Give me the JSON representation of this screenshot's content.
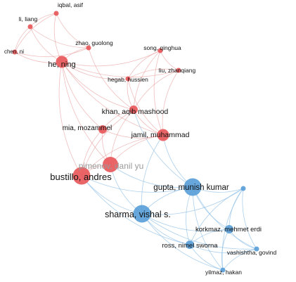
{
  "network": {
    "clusters": {
      "red": {
        "color": "#e8585a",
        "edge_color": "#e48a8a"
      },
      "blue": {
        "color": "#5a9fd8",
        "edge_color": "#8cbde6"
      }
    },
    "nodes": [
      {
        "id": "iqbal",
        "label": "iqbal, asif",
        "cluster": "red",
        "weight": 1
      },
      {
        "id": "li",
        "label": "li, liang",
        "cluster": "red",
        "weight": 1
      },
      {
        "id": "chen",
        "label": "chen, ni",
        "cluster": "red",
        "weight": 1
      },
      {
        "id": "zhao",
        "label": "zhao, guolong",
        "cluster": "red",
        "weight": 1
      },
      {
        "id": "he",
        "label": "he, ning",
        "cluster": "red",
        "weight": 3
      },
      {
        "id": "song",
        "label": "song, qinghua",
        "cluster": "red",
        "weight": 1
      },
      {
        "id": "liu",
        "label": "liu, zhanqiang",
        "cluster": "red",
        "weight": 1
      },
      {
        "id": "hegab",
        "label": "hegab, hussien",
        "cluster": "red",
        "weight": 1
      },
      {
        "id": "khan",
        "label": "khan, aqib mashood",
        "cluster": "red",
        "weight": 2
      },
      {
        "id": "mia",
        "label": "mia, mozammel",
        "cluster": "red",
        "weight": 2
      },
      {
        "id": "jamil",
        "label": "jamil, muhammad",
        "cluster": "red",
        "weight": 3
      },
      {
        "id": "pimenov",
        "label": "pimenov, danil yu",
        "cluster": "red",
        "weight": 4,
        "faint": true
      },
      {
        "id": "bustillo",
        "label": "bustillo, andres",
        "cluster": "red",
        "weight": 5
      },
      {
        "id": "gupta",
        "label": "gupta, munish kumar",
        "cluster": "blue",
        "weight": 5
      },
      {
        "id": "sharma",
        "label": "sharma, vishal s.",
        "cluster": "blue",
        "weight": 5
      },
      {
        "id": "blue_small",
        "label": "",
        "cluster": "blue",
        "weight": 1
      },
      {
        "id": "korkmaz",
        "label": "korkmaz, mehmet erdi",
        "cluster": "blue",
        "weight": 2
      },
      {
        "id": "ross",
        "label": "ross, nimel sworna",
        "cluster": "blue",
        "weight": 2
      },
      {
        "id": "vashishtha",
        "label": "vashishtha, govind",
        "cluster": "blue",
        "weight": 1
      },
      {
        "id": "yilmaz",
        "label": "yilmaz, hakan",
        "cluster": "blue",
        "weight": 1
      }
    ],
    "edges": [
      [
        "iqbal",
        "li"
      ],
      [
        "iqbal",
        "chen"
      ],
      [
        "iqbal",
        "he"
      ],
      [
        "iqbal",
        "zhao"
      ],
      [
        "li",
        "chen"
      ],
      [
        "li",
        "he"
      ],
      [
        "li",
        "zhao"
      ],
      [
        "chen",
        "he"
      ],
      [
        "chen",
        "zhao"
      ],
      [
        "zhao",
        "he"
      ],
      [
        "zhao",
        "khan"
      ],
      [
        "he",
        "hegab"
      ],
      [
        "he",
        "khan"
      ],
      [
        "he",
        "jamil"
      ],
      [
        "he",
        "song"
      ],
      [
        "he",
        "liu"
      ],
      [
        "he",
        "pimenov"
      ],
      [
        "he",
        "bustillo"
      ],
      [
        "he",
        "mia"
      ],
      [
        "song",
        "liu"
      ],
      [
        "song",
        "khan"
      ],
      [
        "song",
        "jamil"
      ],
      [
        "song",
        "hegab"
      ],
      [
        "liu",
        "jamil"
      ],
      [
        "liu",
        "khan"
      ],
      [
        "liu",
        "hegab"
      ],
      [
        "hegab",
        "khan"
      ],
      [
        "hegab",
        "jamil"
      ],
      [
        "khan",
        "jamil"
      ],
      [
        "khan",
        "mia"
      ],
      [
        "khan",
        "pimenov"
      ],
      [
        "khan",
        "bustillo"
      ],
      [
        "khan",
        "gupta"
      ],
      [
        "mia",
        "pimenov"
      ],
      [
        "mia",
        "bustillo"
      ],
      [
        "mia",
        "jamil"
      ],
      [
        "jamil",
        "pimenov"
      ],
      [
        "jamil",
        "bustillo"
      ],
      [
        "jamil",
        "gupta"
      ],
      [
        "jamil",
        "sharma"
      ],
      [
        "pimenov",
        "bustillo"
      ],
      [
        "pimenov",
        "gupta"
      ],
      [
        "pimenov",
        "sharma"
      ],
      [
        "bustillo",
        "gupta"
      ],
      [
        "bustillo",
        "sharma"
      ],
      [
        "bustillo",
        "ross"
      ],
      [
        "gupta",
        "sharma"
      ],
      [
        "gupta",
        "blue_small"
      ],
      [
        "gupta",
        "korkmaz"
      ],
      [
        "gupta",
        "ross"
      ],
      [
        "gupta",
        "vashishtha"
      ],
      [
        "gupta",
        "yilmaz"
      ],
      [
        "sharma",
        "korkmaz"
      ],
      [
        "sharma",
        "ross"
      ],
      [
        "sharma",
        "yilmaz"
      ],
      [
        "sharma",
        "vashishtha"
      ],
      [
        "sharma",
        "blue_small"
      ],
      [
        "blue_small",
        "korkmaz"
      ],
      [
        "blue_small",
        "vashishtha"
      ],
      [
        "blue_small",
        "ross"
      ],
      [
        "blue_small",
        "yilmaz"
      ],
      [
        "korkmaz",
        "ross"
      ],
      [
        "korkmaz",
        "vashishtha"
      ],
      [
        "korkmaz",
        "yilmaz"
      ],
      [
        "ross",
        "yilmaz"
      ],
      [
        "ross",
        "vashishtha"
      ],
      [
        "vashishtha",
        "yilmaz"
      ]
    ]
  }
}
